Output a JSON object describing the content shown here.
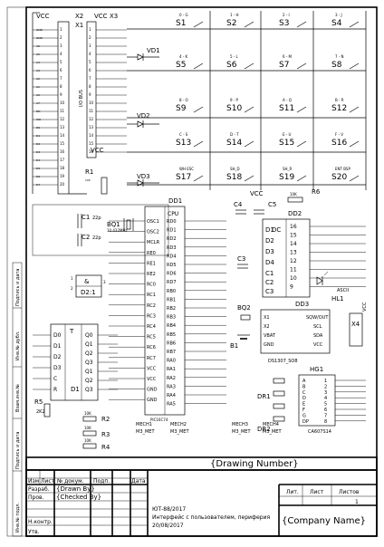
{
  "connectors": {
    "x2": {
      "net": "VCC",
      "ref": "X2",
      "ref2": "X1"
    },
    "x3": {
      "net": "VCC",
      "ref": "X3"
    },
    "pins": [
      "1",
      "2",
      "3",
      "4",
      "5",
      "6",
      "7",
      "8",
      "9",
      "10",
      "11",
      "12",
      "13",
      "14",
      "15",
      "16",
      "17",
      "18",
      "19",
      "20"
    ],
    "signals": [
      "GND",
      "GND",
      "A6",
      "A5",
      "A4",
      "A3",
      "A2",
      "A1",
      "A0",
      "A7",
      "RD",
      "WR",
      "D0",
      "D1",
      "D2",
      "D3",
      "D4",
      "D5",
      "D6",
      "D7"
    ],
    "bus_label": "I/O BUS"
  },
  "keypad": {
    "keys": [
      {
        "ref": "S1",
        "legend": "0 - G"
      },
      {
        "ref": "S2",
        "legend": "1 - H"
      },
      {
        "ref": "S3",
        "legend": "2 - I"
      },
      {
        "ref": "S4",
        "legend": "3 - J"
      },
      {
        "ref": "S5",
        "legend": "4 - K"
      },
      {
        "ref": "S6",
        "legend": "5 - L"
      },
      {
        "ref": "S7",
        "legend": "6 - M"
      },
      {
        "ref": "S8",
        "legend": "7 - N"
      },
      {
        "ref": "S9",
        "legend": "8 - O"
      },
      {
        "ref": "S10",
        "legend": "9 - P"
      },
      {
        "ref": "S11",
        "legend": "A - Q"
      },
      {
        "ref": "S12",
        "legend": "B - R"
      },
      {
        "ref": "S13",
        "legend": "C - S"
      },
      {
        "ref": "S14",
        "legend": "D - T"
      },
      {
        "ref": "S15",
        "legend": "E - U"
      },
      {
        "ref": "S16",
        "legend": "F - V"
      },
      {
        "ref": "S17",
        "legend": "WH ESC"
      },
      {
        "ref": "S18",
        "legend": "SH_D"
      },
      {
        "ref": "S19",
        "legend": "SH_R"
      },
      {
        "ref": "S20",
        "legend": "ENT BSP"
      }
    ],
    "diodes": [
      "VD1",
      "VD2",
      "VD3"
    ]
  },
  "resistors": {
    "r1": "R1",
    "r2": "R2",
    "r3": "R3",
    "r4": "R4",
    "r5": "R5",
    "r5_val": "2K2",
    "r6": "R6",
    "r2_val": "10K",
    "r3_val": "10K",
    "r4_val": "10K",
    "r6_val": "10K",
    "r1_val": "10K"
  },
  "oscillator": {
    "c1": "C1",
    "c1_val": "22p",
    "c2": "C2",
    "c2_val": "22p",
    "bq1": "BQ1",
    "bq1_val": "10.432MHz",
    "bq2": "BQ2"
  },
  "mcu": {
    "ref": "DD1",
    "cpu": "CPU",
    "part": "PIC16C74",
    "left_pins": [
      "OSC1",
      "OSC2",
      "MCLR",
      "RE0",
      "RE1",
      "RE2",
      "RC0",
      "RC1",
      "RC2",
      "RC3",
      "RC4",
      "RC5",
      "RC6",
      "RC7",
      "VCC",
      "VCC",
      "GND",
      "GND"
    ],
    "right_pins": [
      "RD0",
      "RD1",
      "RD2",
      "RD3",
      "RD4",
      "RD5",
      "RD6",
      "RD7",
      "RB0",
      "RB1",
      "RB2",
      "RB3",
      "RB4",
      "RB5",
      "RB6",
      "RB7",
      "RA0",
      "RA1",
      "RA2",
      "RA3",
      "RA4",
      "RA5"
    ]
  },
  "flipflop": {
    "ref": "D2:1",
    "sym": "&",
    "pins": [
      "1",
      "2",
      "3"
    ]
  },
  "counter": {
    "ref": "D1",
    "sym": "T",
    "inputs": [
      "D0",
      "D1",
      "D2",
      "D3",
      "C",
      "R"
    ],
    "outputs": [
      "Q0",
      "Q1",
      "Q2",
      "Q3",
      "Q1",
      "Q2",
      "Q3"
    ]
  },
  "decoder": {
    "ref": "DD2",
    "sym": "DC",
    "inputs": [
      "D1",
      "D2",
      "D3",
      "D4"
    ],
    "extra": [
      "C1",
      "C2",
      "C3"
    ],
    "net": "VCC",
    "pins": [
      "16",
      "15",
      "14",
      "13",
      "12",
      "11",
      "10",
      "9"
    ],
    "note": "ASCII"
  },
  "caps": {
    "c3": "C3",
    "c4": "C4",
    "c5": "C5"
  },
  "rtc": {
    "ref": "DD3",
    "part": "DS1307_SO8",
    "pins": [
      "X1",
      "X2",
      "VBAT",
      "GND"
    ],
    "rpins": [
      "SQW/OUT",
      "SCL",
      "SDA",
      "VCC"
    ],
    "battery": "B1",
    "conn": "X4",
    "conn_net": "VCC"
  },
  "hl1": {
    "ref": "HL1"
  },
  "display": {
    "ref": "HG1",
    "part": "CA607S14",
    "drivers": [
      "DR1",
      "DR2"
    ],
    "segs": [
      "A",
      "B",
      "C",
      "D",
      "E",
      "F",
      "G",
      "DP"
    ],
    "pins": [
      "1",
      "2",
      "3",
      "4",
      "5",
      "6",
      "7",
      "8"
    ]
  },
  "mech": [
    "MECH1",
    "MECH2",
    "MECH3",
    "MECH4"
  ],
  "mech_net": [
    "M3_MET",
    "M3_MET",
    "M3_MET",
    "M3_MET"
  ],
  "side": {
    "inv_podl": "Инв.№ подл.",
    "podp_data": "Подпись и дата",
    "vzam": "Взам.инв.№",
    "inv_dubl": "Инв.№ дубл.",
    "podp_data2": "Подпись и дата"
  },
  "title_block": {
    "drawing_number": "{Drawing Number}",
    "code": "ЮТ-88/2017",
    "title": "Интерфейс с пользователем, периферия",
    "date": "20/08/2017",
    "company": "{Company Name}",
    "headers": {
      "izm": "Изм",
      "list": "Лист",
      "doc": "№ докум.",
      "podp": "Подп.",
      "data": "Дата"
    },
    "rows": {
      "razrab": "Разраб.",
      "prov": "Пров.",
      "nkontr": "Н.контр.",
      "utv": "Утв."
    },
    "drawn_by": "{Drawn By}",
    "checked_by": "{Checked By}",
    "lit": "Лит.",
    "sheet": "Лист",
    "sheets": "Листов",
    "sheet_num": "1"
  }
}
